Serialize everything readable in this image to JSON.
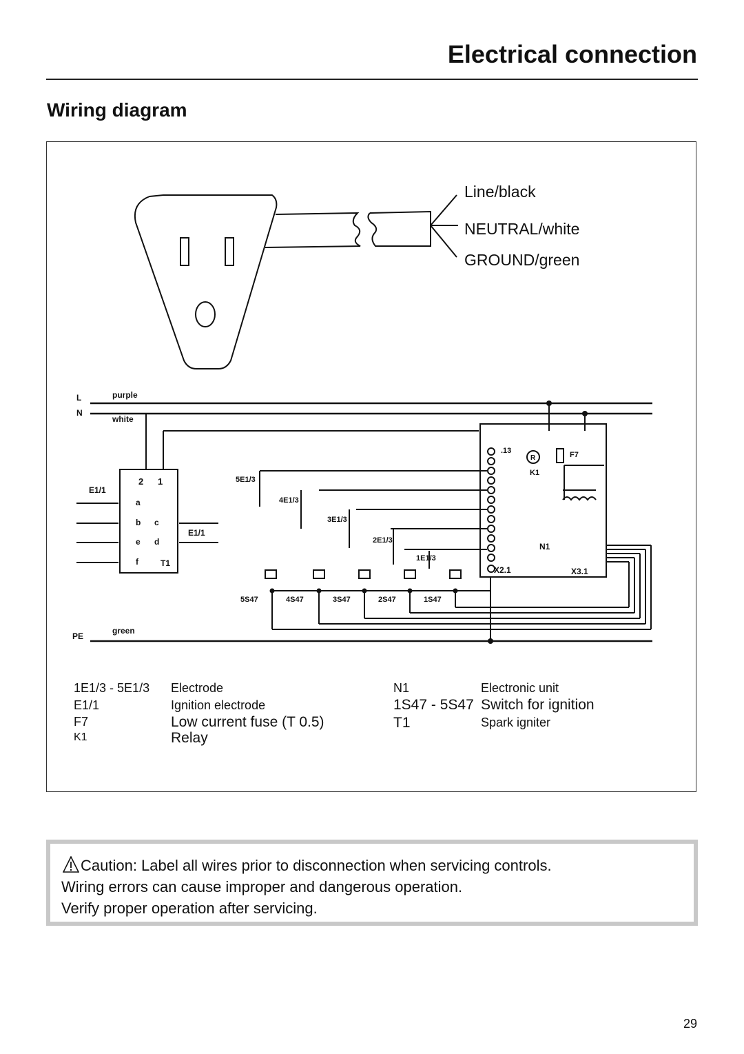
{
  "header": {
    "title": "Electrical connection"
  },
  "section": {
    "title": "Wiring diagram"
  },
  "wires": {
    "line": "Line/black",
    "neutral": "NEUTRAL/white",
    "ground": "GROUND/green"
  },
  "schematic": {
    "l": "L",
    "n": "N",
    "pe": "PE",
    "purple": "purple",
    "white": "white",
    "green": "green",
    "e11": "E1/1",
    "t1": "T1",
    "pins": [
      "2",
      "1",
      "a",
      "b",
      "c",
      "d",
      "e",
      "f"
    ],
    "electrodes": [
      "5E1/3",
      "4E1/3",
      "3E1/3",
      "2E1/3",
      "1E1/3"
    ],
    "switches": [
      "5S47",
      "4S47",
      "3S47",
      "2S47",
      "1S47"
    ],
    "n1": "N1",
    "k1": "K1",
    "f7": "F7",
    "r": "R",
    "pin13": ".13",
    "x21": "X2.1",
    "x31": "X3.1"
  },
  "legend": [
    {
      "code": "1E1/3 - 5E1/3",
      "desc": "Electrode"
    },
    {
      "code": "E1/1",
      "desc": "Ignition electrode"
    },
    {
      "code": "F7",
      "desc": "Low current fuse (T 0.5)"
    },
    {
      "code": "K1",
      "desc": "Relay"
    },
    {
      "code": "N1",
      "desc": "Electronic unit"
    },
    {
      "code": "1S47 - 5S47",
      "desc": "Switch for ignition"
    },
    {
      "code": "T1",
      "desc": "Spark igniter"
    }
  ],
  "caution": {
    "line1": "Caution: Label all wires prior to disconnection when servicing controls.",
    "line2": "Wiring errors can cause improper and dangerous operation.",
    "line3": "Verify proper operation after servicing."
  },
  "page_number": "29"
}
